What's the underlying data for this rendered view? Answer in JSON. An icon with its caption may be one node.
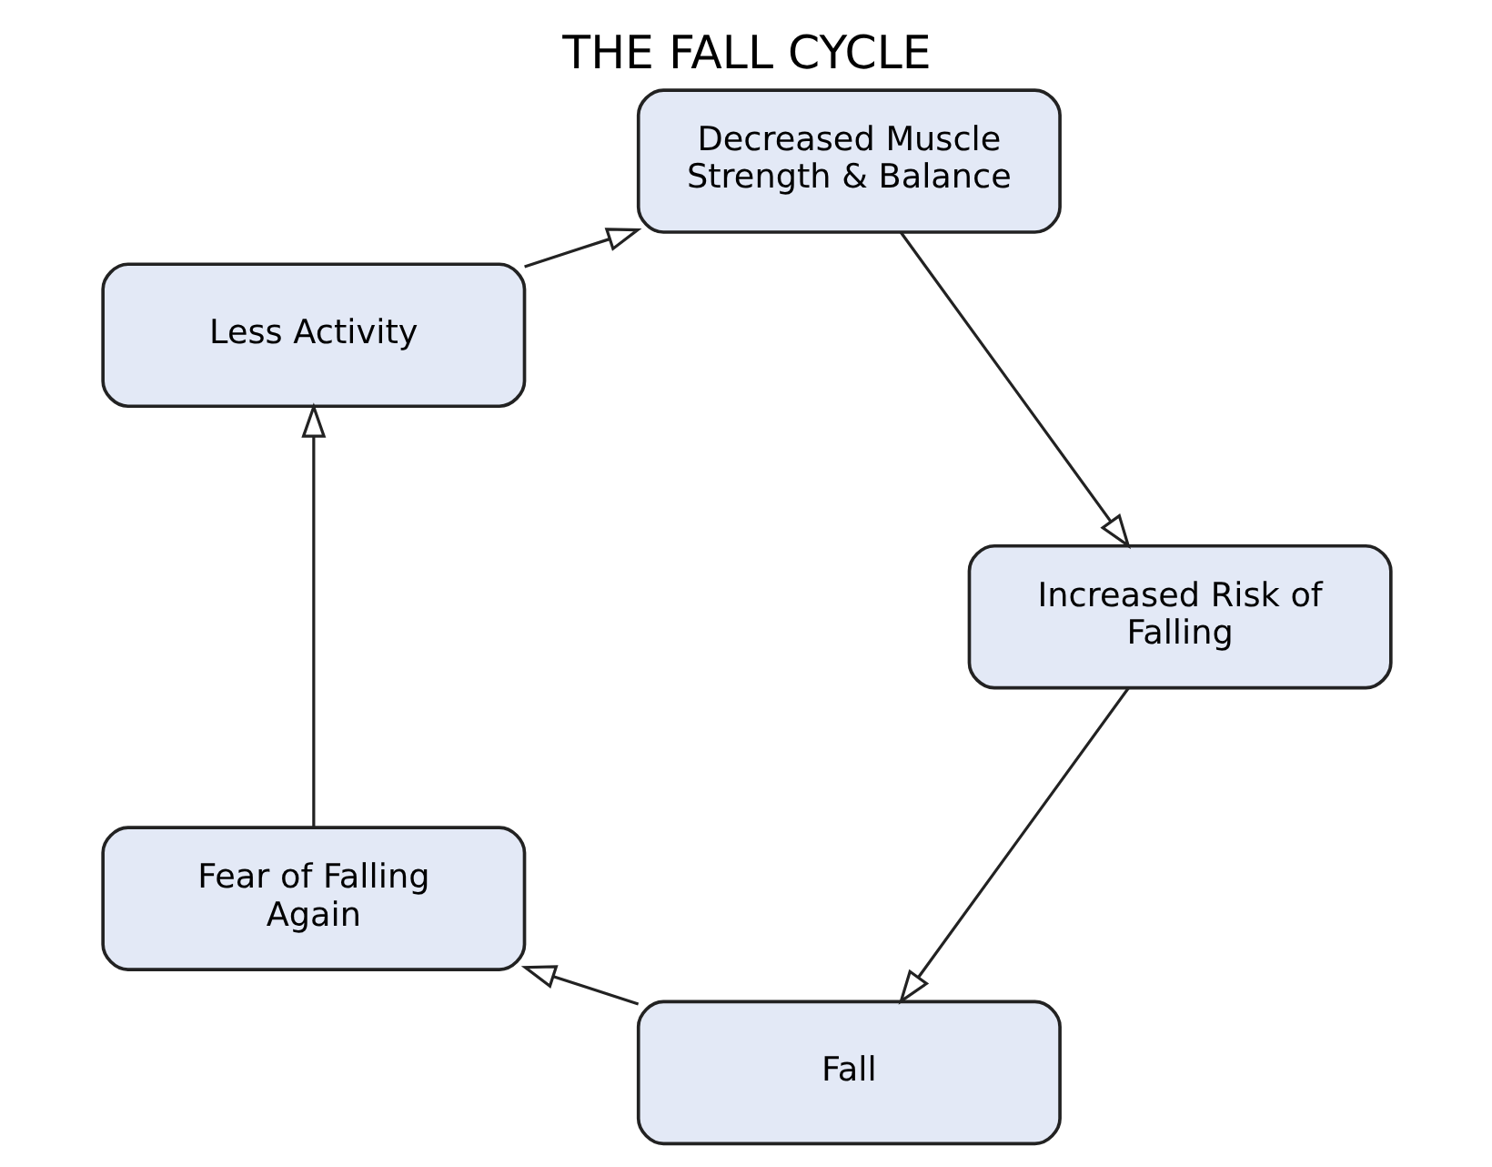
{
  "diagram": {
    "title": "THE FALL CYCLE",
    "nodes": [
      {
        "text": [
          "Fall"
        ]
      },
      {
        "text": [
          "Fear of Falling Again"
        ]
      },
      {
        "text": [
          "Less Activity"
        ]
      },
      {
        "text": [
          "Decreased Muscle Strength & Balance"
        ]
      },
      {
        "text": [
          "Increased Risk of Falling"
        ]
      }
    ],
    "edges": [
      {
        "from": 0,
        "to": 1,
        "arrow": "to"
      },
      {
        "from": 1,
        "to": 2,
        "arrow": "to"
      },
      {
        "from": 2,
        "to": 3,
        "arrow": "to"
      },
      {
        "from": 3,
        "to": 4,
        "arrow": "to"
      },
      {
        "from": 4,
        "to": 0,
        "arrow": "to"
      }
    ]
  }
}
